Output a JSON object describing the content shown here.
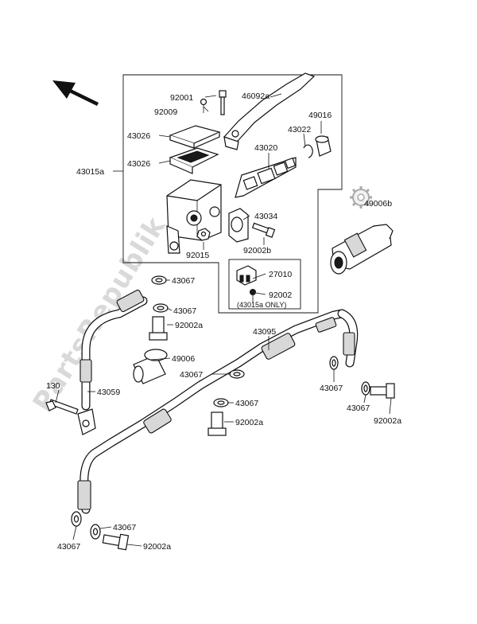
{
  "watermark": "PartsRepublik",
  "labels": {
    "p92001": "92001",
    "p46092a": "46092a",
    "p92009": "92009",
    "p49016": "49016",
    "p43022": "43022",
    "p43026_top": "43026",
    "p43020": "43020",
    "p43026_mid": "43026",
    "p43015a": "43015a",
    "p43034": "43034",
    "p49006b": "49006b",
    "p92015": "92015",
    "p92002b": "92002b",
    "p27010": "27010",
    "p92002": "92002",
    "p43015a_only": "(43015a ONLY)",
    "p43067_a": "43067",
    "p43067_b": "43067",
    "p92002a_a": "92002a",
    "p43095": "43095",
    "p49006": "49006",
    "p43067_c": "43067",
    "p130": "130",
    "p43059": "43059",
    "p43067_d": "43067",
    "p43067_e": "43067",
    "p43067_f": "43067",
    "p92002a_b": "92002a",
    "p92002a_c": "92002a",
    "p43067_g": "43067",
    "p43067_h": "43067",
    "p92002a_d": "92002a"
  },
  "icons": {
    "direction": "arrow-front-icon",
    "gear": "gear-icon"
  }
}
